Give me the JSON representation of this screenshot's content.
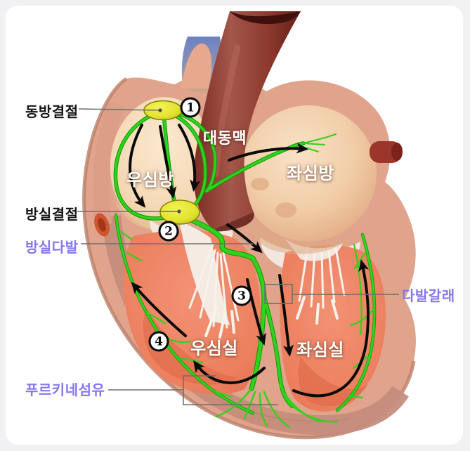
{
  "window": {
    "background": "#f1f1f4",
    "card_background": "#ffffff"
  },
  "diagram": {
    "anatomy_labels": {
      "sa_node": {
        "text": "동방결절",
        "color": "#151515"
      },
      "av_node": {
        "text": "방실결절",
        "color": "#151515"
      },
      "av_bundle": {
        "text": "방실다발",
        "color": "#8478ef"
      },
      "bundle_branches": {
        "text": "다발갈래",
        "color": "#8478ef"
      },
      "purkinje_fibers": {
        "text": "푸르키네섬유",
        "color": "#8478ef"
      },
      "aorta": {
        "text": "대동맥",
        "color": "#ffffff"
      },
      "right_atrium": {
        "text": "우심방",
        "color": "#ffffff"
      },
      "left_atrium": {
        "text": "좌심방",
        "color": "#ffffff"
      },
      "right_ventricle": {
        "text": "우심실",
        "color": "#ffffff"
      },
      "left_ventricle": {
        "text": "좌심실",
        "color": "#ffffff"
      }
    },
    "sequence_markers": [
      "1",
      "2",
      "3",
      "4"
    ],
    "colors": {
      "conduction_pathway_green": "#2fd21c",
      "node_yellow": "#e3e332",
      "leader_line_gray": "#6e6e6e",
      "arrow_black": "#0a0a0a"
    }
  }
}
